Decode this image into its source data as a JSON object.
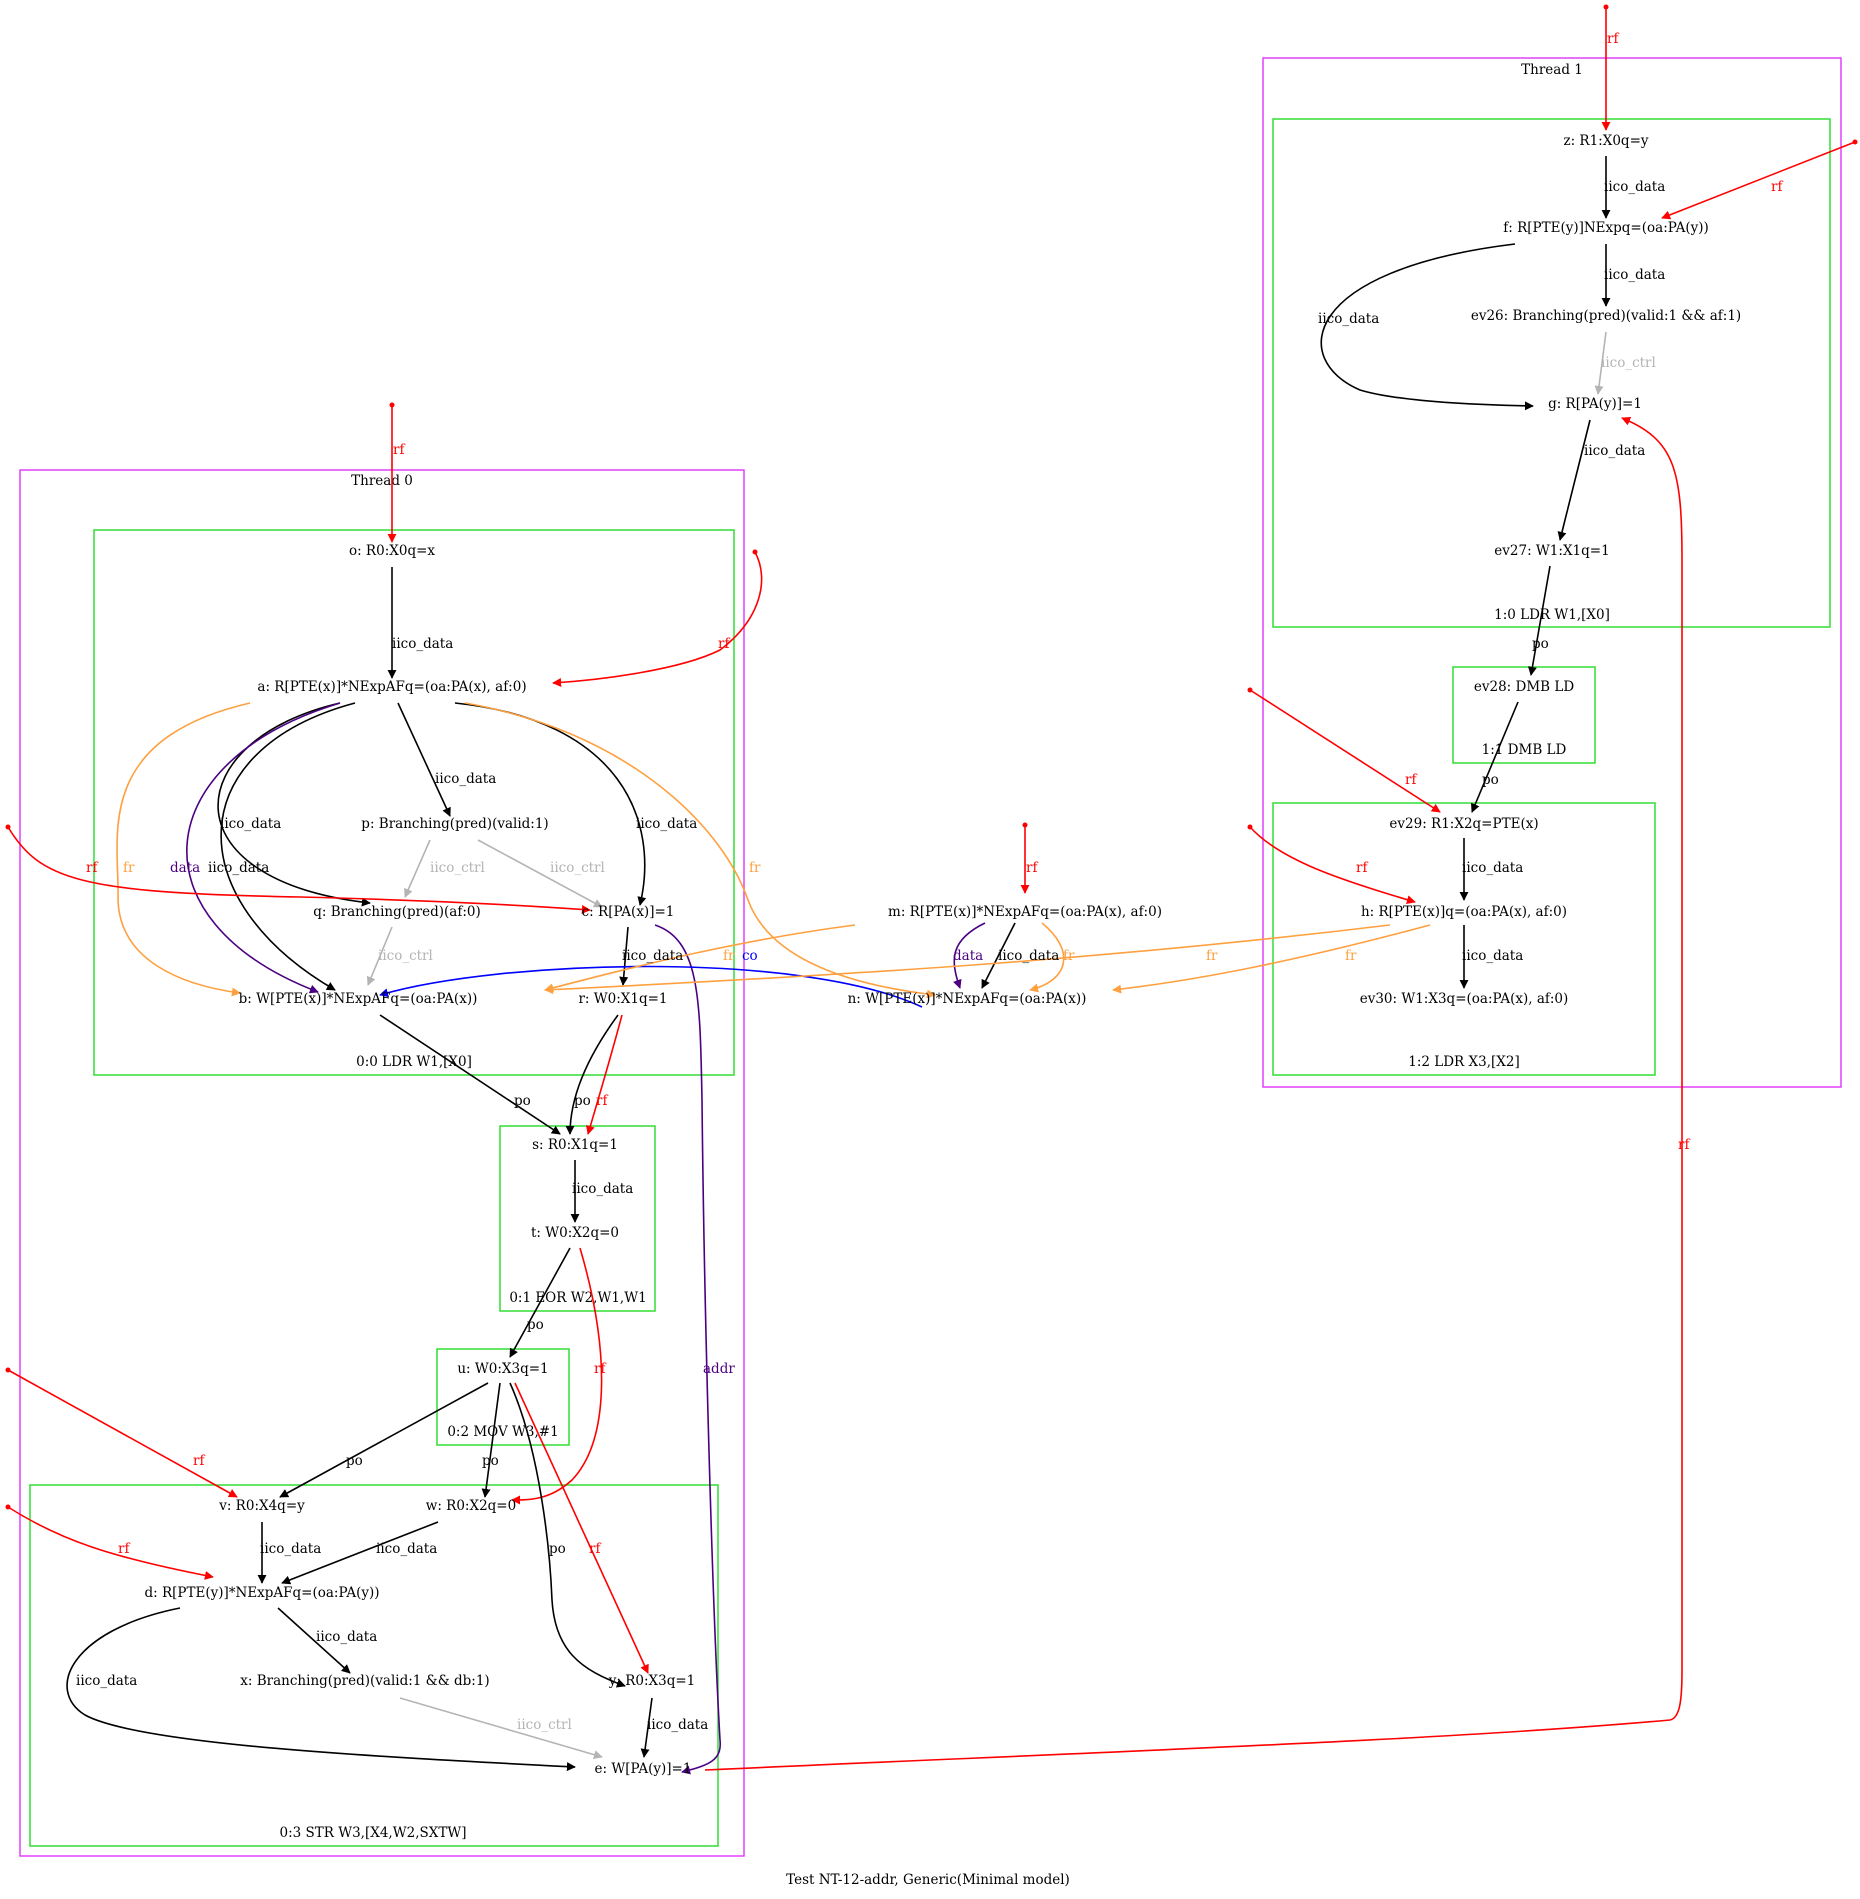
{
  "caption": "Test NT-12-addr, Generic(Minimal model)",
  "colors": {
    "rf": "#ff0000",
    "fr": "#ffa040",
    "co": "#0000ff",
    "data": "#4b0082",
    "addr": "#4b0082",
    "po": "#000000",
    "iico_data": "#000000",
    "iico_ctrl": "#b4b4b4",
    "thread_border": "#e040fb",
    "instr_border": "#33dd33"
  },
  "threads": {
    "t0": "Thread 0",
    "t1": "Thread 1"
  },
  "instructions": {
    "i00": "0:0 LDR W1,[X0]",
    "i01": "0:1 EOR W2,W1,W1",
    "i02": "0:2 MOV W3,#1",
    "i03": "0:3 STR W3,[X4,W2,SXTW]",
    "i10": "1:0 LDR W1,[X0]",
    "i11": "1:1 DMB LD",
    "i12": "1:2 LDR X3,[X2]"
  },
  "nodes": {
    "o": "o: R0:X0q=x",
    "a": "a: R[PTE(x)]*NExpAFq=(oa:PA(x), af:0)",
    "p": "p: Branching(pred)(valid:1)",
    "q": "q: Branching(pred)(af:0)",
    "c": "c: R[PA(x)]=1",
    "b": "b: W[PTE(x)]*NExpAFq=(oa:PA(x))",
    "r": "r: W0:X1q=1",
    "s": "s: R0:X1q=1",
    "t": "t: W0:X2q=0",
    "u": "u: W0:X3q=1",
    "v": "v: R0:X4q=y",
    "w": "w: R0:X2q=0",
    "d": "d: R[PTE(y)]*NExpAFq=(oa:PA(y))",
    "x": "x: Branching(pred)(valid:1 && db:1)",
    "y": "y: R0:X3q=1",
    "e": "e: W[PA(y)]=1",
    "m": "m: R[PTE(x)]*NExpAFq=(oa:PA(x), af:0)",
    "n": "n: W[PTE(x)]*NExpAFq=(oa:PA(x))",
    "z": "z: R1:X0q=y",
    "f": "f: R[PTE(y)]NExpq=(oa:PA(y))",
    "ev26": "ev26: Branching(pred)(valid:1 && af:1)",
    "g": "g: R[PA(y)]=1",
    "ev27": "ev27: W1:X1q=1",
    "ev28": "ev28: DMB LD",
    "ev29": "ev29: R1:X2q=PTE(x)",
    "h": "h: R[PTE(x)]q=(oa:PA(x), af:0)",
    "ev30": "ev30: W1:X3q=(oa:PA(x), af:0)"
  },
  "edge_labels": {
    "rf": "rf",
    "fr": "fr",
    "co": "co",
    "po": "po",
    "data": "data",
    "addr": "addr",
    "iico_data": "iico_data",
    "iico_ctrl": "iico_ctrl"
  }
}
